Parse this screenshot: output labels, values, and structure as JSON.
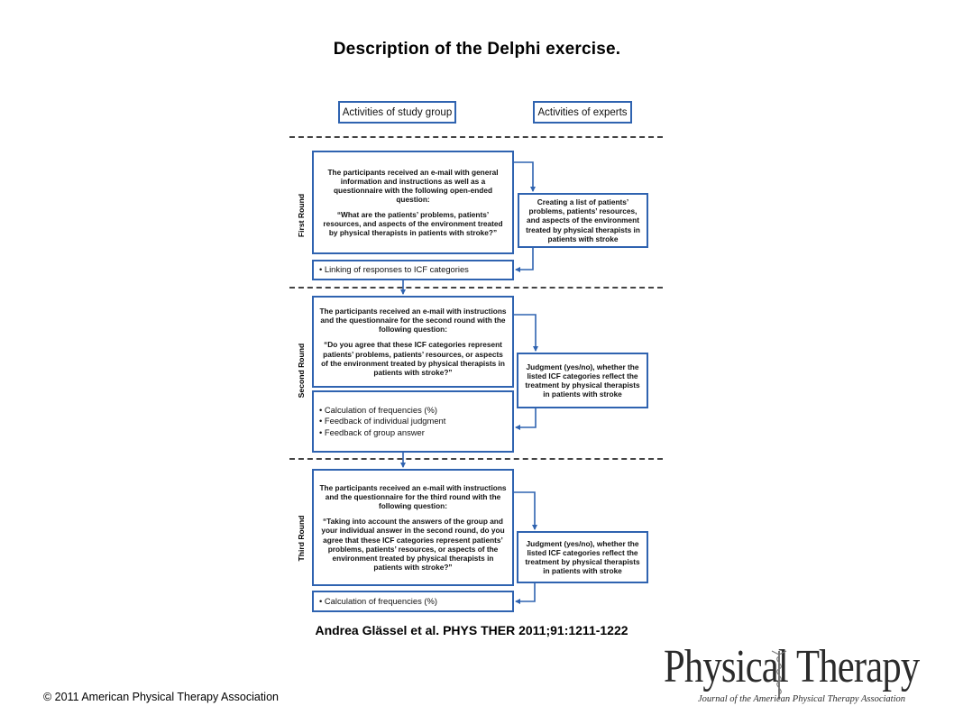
{
  "title": "Description of the Delphi exercise.",
  "diagram": {
    "header_left": "Activities of study group",
    "header_right": "Activities of experts",
    "rounds": [
      {
        "label": "First Round",
        "group_text": "The participants received an e-mail with general information and instructions as well as a questionnaire with the following open-ended question:",
        "group_question": "“What are the patients’ problems, patients’ resources, and aspects of the environment treated by physical therapists in patients with stroke?”",
        "expert_text": "Creating a list of patients’ problems, patients’ resources, and aspects of the environment treated by physical therapists in patients with stroke",
        "bullets": [
          "• Linking of responses to ICF categories"
        ]
      },
      {
        "label": "Second Round",
        "group_text": "The participants received an e-mail with instructions and the questionnaire for the second round with the following question:",
        "group_question": "“Do you agree that these ICF categories represent patients’ problems, patients’ resources, or aspects of the environment treated by physical therapists in patients with stroke?”",
        "expert_text": "Judgment (yes/no), whether the listed ICF categories reflect the treatment by physical therapists in patients with stroke",
        "bullets": [
          "• Calculation of frequencies (%)",
          "• Feedback of individual judgment",
          "• Feedback of group answer"
        ]
      },
      {
        "label": "Third Round",
        "group_text": "The participants received an e-mail with instructions and the questionnaire for the third round with the following question:",
        "group_question": "“Taking into account the answers of the group and your individual answer in the second round, do you agree that these ICF categories represent patients’ problems, patients’ resources, or aspects of the environment treated by physical therapists in patients with stroke?”",
        "expert_text": "Judgment (yes/no), whether the listed ICF categories reflect the treatment by physical therapists in patients with stroke",
        "bullets": [
          "• Calculation of frequencies (%)"
        ]
      }
    ]
  },
  "citation": "Andrea Glässel et al. PHYS THER 2011;91:1211-1222",
  "copyright": "© 2011 American Physical Therapy Association",
  "logo": {
    "name": "Physical Therapy",
    "tagline": "Journal of the American Physical Therapy Association"
  },
  "colors": {
    "box_border": "#2f63b0",
    "text": "#111111"
  }
}
